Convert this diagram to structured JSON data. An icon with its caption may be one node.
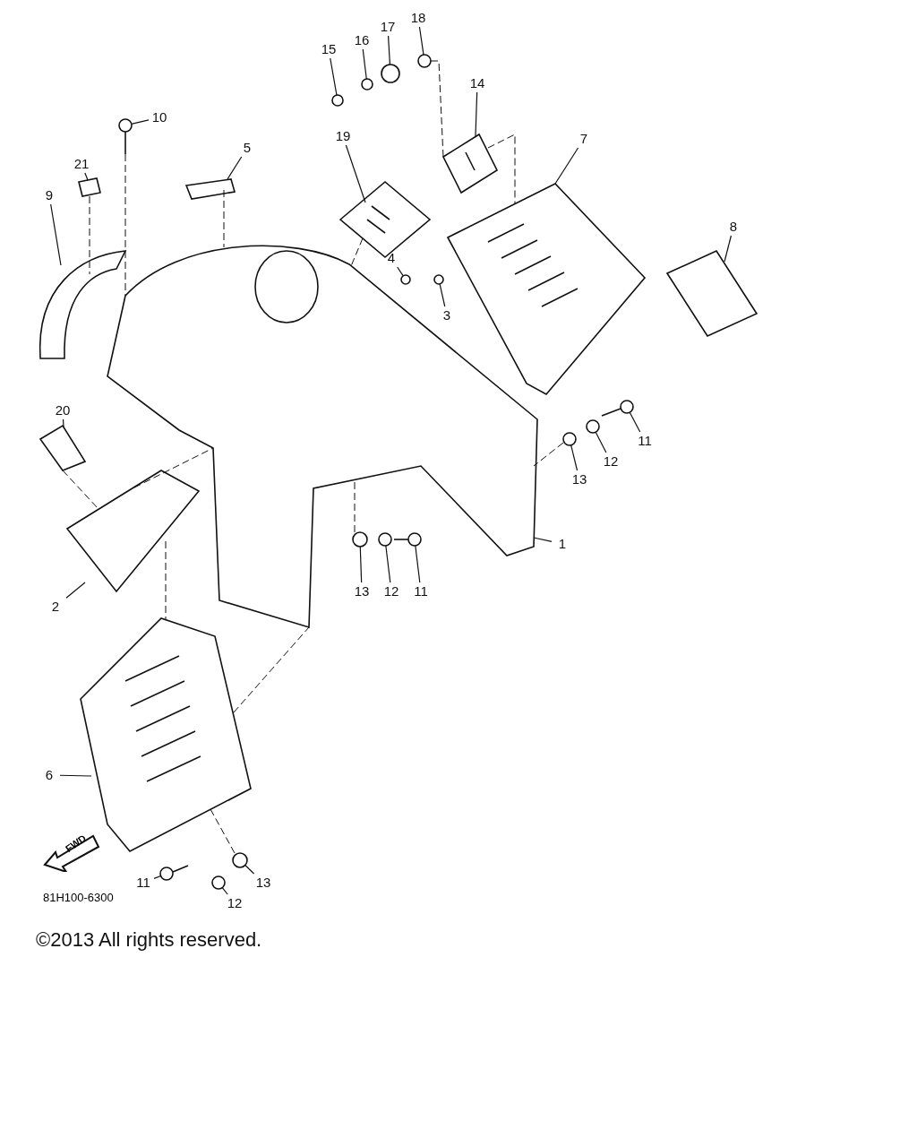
{
  "diagram": {
    "caption": "©2013 All rights reserved.",
    "nodes": [
      {
        "text": [
          "18"
        ]
      },
      {
        "text": [
          "17"
        ]
      },
      {
        "text": [
          "16"
        ]
      },
      {
        "text": [
          "15"
        ]
      },
      {
        "text": [
          "14"
        ]
      },
      {
        "text": [
          "10"
        ]
      },
      {
        "text": [
          "19"
        ]
      },
      {
        "text": [
          "7"
        ]
      },
      {
        "text": [
          "5"
        ]
      },
      {
        "text": [
          "21"
        ]
      },
      {
        "text": [
          "9"
        ]
      },
      {
        "text": [
          "8"
        ]
      },
      {
        "text": [
          "4"
        ]
      },
      {
        "text": [
          "3"
        ]
      },
      {
        "text": [
          "20"
        ]
      },
      {
        "text": [
          "11"
        ]
      },
      {
        "text": [
          "12"
        ]
      },
      {
        "text": [
          "13"
        ]
      },
      {
        "text": [
          "1"
        ]
      },
      {
        "text": [
          "13"
        ]
      },
      {
        "text": [
          "12"
        ]
      },
      {
        "text": [
          "11"
        ]
      },
      {
        "text": [
          "2"
        ]
      },
      {
        "text": [
          "6"
        ]
      },
      {
        "text": [
          "11"
        ]
      },
      {
        "text": [
          "13"
        ]
      },
      {
        "text": [
          "12"
        ]
      },
      {
        "text": [],
        "shape": "circle"
      },
      {
        "text": [],
        "shape": "circle"
      },
      {
        "text": [],
        "shape": "circle"
      },
      {
        "text": [],
        "shape": "circle"
      },
      {
        "text": [],
        "shape": "picture"
      },
      {
        "text": [],
        "shape": "picture"
      },
      {
        "text": [],
        "shape": "picture"
      },
      {
        "text": [],
        "shape": "picture"
      },
      {
        "text": [],
        "shape": "picture"
      },
      {
        "text": [],
        "shape": "picture"
      },
      {
        "text": [],
        "shape": "picture"
      },
      {
        "text": [],
        "shape": "picture"
      },
      {
        "text": [],
        "shape": "circle"
      },
      {
        "text": [],
        "shape": "circle"
      },
      {
        "text": [],
        "shape": "picture"
      },
      {
        "text": [],
        "shape": "picture"
      },
      {
        "text": [],
        "shape": "circle"
      },
      {
        "text": [],
        "shape": "circle"
      },
      {
        "text": [],
        "shape": "picture"
      },
      {
        "text": [],
        "shape": "circle"
      },
      {
        "text": [],
        "shape": "circle"
      },
      {
        "text": [],
        "shape": "picture"
      },
      {
        "text": [],
        "shape": "picture"
      },
      {
        "text": [],
        "shape": "picture"
      },
      {
        "text": [],
        "shape": "picture"
      },
      {
        "text": [],
        "shape": "circle"
      },
      {
        "text": [],
        "shape": "circle"
      }
    ],
    "edges": [
      {
        "from": 0,
        "to": 27,
        "arrow": "none"
      },
      {
        "from": 1,
        "to": 28,
        "arrow": "none"
      },
      {
        "from": 2,
        "to": 29,
        "arrow": "none"
      },
      {
        "from": 3,
        "to": 30,
        "arrow": "none"
      },
      {
        "from": 4,
        "to": 31,
        "arrow": "none"
      },
      {
        "from": 5,
        "to": 32,
        "arrow": "none"
      },
      {
        "from": 6,
        "to": 33,
        "arrow": "none"
      },
      {
        "from": 7,
        "to": 34,
        "arrow": "none"
      },
      {
        "from": 8,
        "to": 35,
        "arrow": "none"
      },
      {
        "from": 9,
        "to": 36,
        "arrow": "none"
      },
      {
        "from": 10,
        "to": 37,
        "arrow": "none"
      },
      {
        "from": 11,
        "to": 38,
        "arrow": "none"
      },
      {
        "from": 12,
        "to": 39,
        "arrow": "none"
      },
      {
        "from": 13,
        "to": 40,
        "arrow": "none"
      },
      {
        "from": 14,
        "to": 41,
        "arrow": "none"
      },
      {
        "from": 15,
        "to": 42,
        "arrow": "none"
      },
      {
        "from": 16,
        "to": 43,
        "arrow": "none"
      },
      {
        "from": 17,
        "to": 44,
        "arrow": "none"
      },
      {
        "from": 18,
        "to": 45,
        "arrow": "none"
      },
      {
        "from": 19,
        "to": 46,
        "arrow": "none"
      },
      {
        "from": 20,
        "to": 47,
        "arrow": "none"
      },
      {
        "from": 21,
        "to": 48,
        "arrow": "none"
      },
      {
        "from": 22,
        "to": 49,
        "arrow": "none"
      },
      {
        "from": 23,
        "to": 50,
        "arrow": "none"
      },
      {
        "from": 24,
        "to": 51,
        "arrow": "none"
      },
      {
        "from": 25,
        "to": 52,
        "arrow": "none"
      },
      {
        "from": 26,
        "to": 53,
        "arrow": "none"
      },
      {
        "from": 32,
        "to": 45,
        "arrow": "none",
        "style": "dashed"
      },
      {
        "from": 36,
        "to": 37,
        "arrow": "none",
        "style": "dashed"
      },
      {
        "from": 35,
        "to": 45,
        "arrow": "none",
        "style": "dashed"
      },
      {
        "from": 33,
        "to": 45,
        "arrow": "none",
        "style": "dashed"
      },
      {
        "from": 27,
        "to": 31,
        "arrow": "none",
        "style": "dashed"
      },
      {
        "from": 31,
        "to": 34,
        "arrow": "none",
        "style": "dashed"
      },
      {
        "from": 41,
        "to": 49,
        "arrow": "none",
        "style": "dashed"
      },
      {
        "from": 49,
        "to": 50,
        "arrow": "none",
        "style": "dashed"
      },
      {
        "from": 49,
        "to": 45,
        "arrow": "none",
        "style": "dashed"
      },
      {
        "from": 50,
        "to": 45,
        "arrow": "none",
        "style": "dashed"
      },
      {
        "from": 52,
        "to": 50,
        "arrow": "none",
        "style": "dashed"
      },
      {
        "from": 44,
        "to": 45,
        "arrow": "none",
        "style": "dashed"
      },
      {
        "from": 46,
        "to": 45,
        "arrow": "none",
        "style": "dashed"
      }
    ],
    "labels": [
      "FWD",
      "81H100-6300"
    ]
  }
}
